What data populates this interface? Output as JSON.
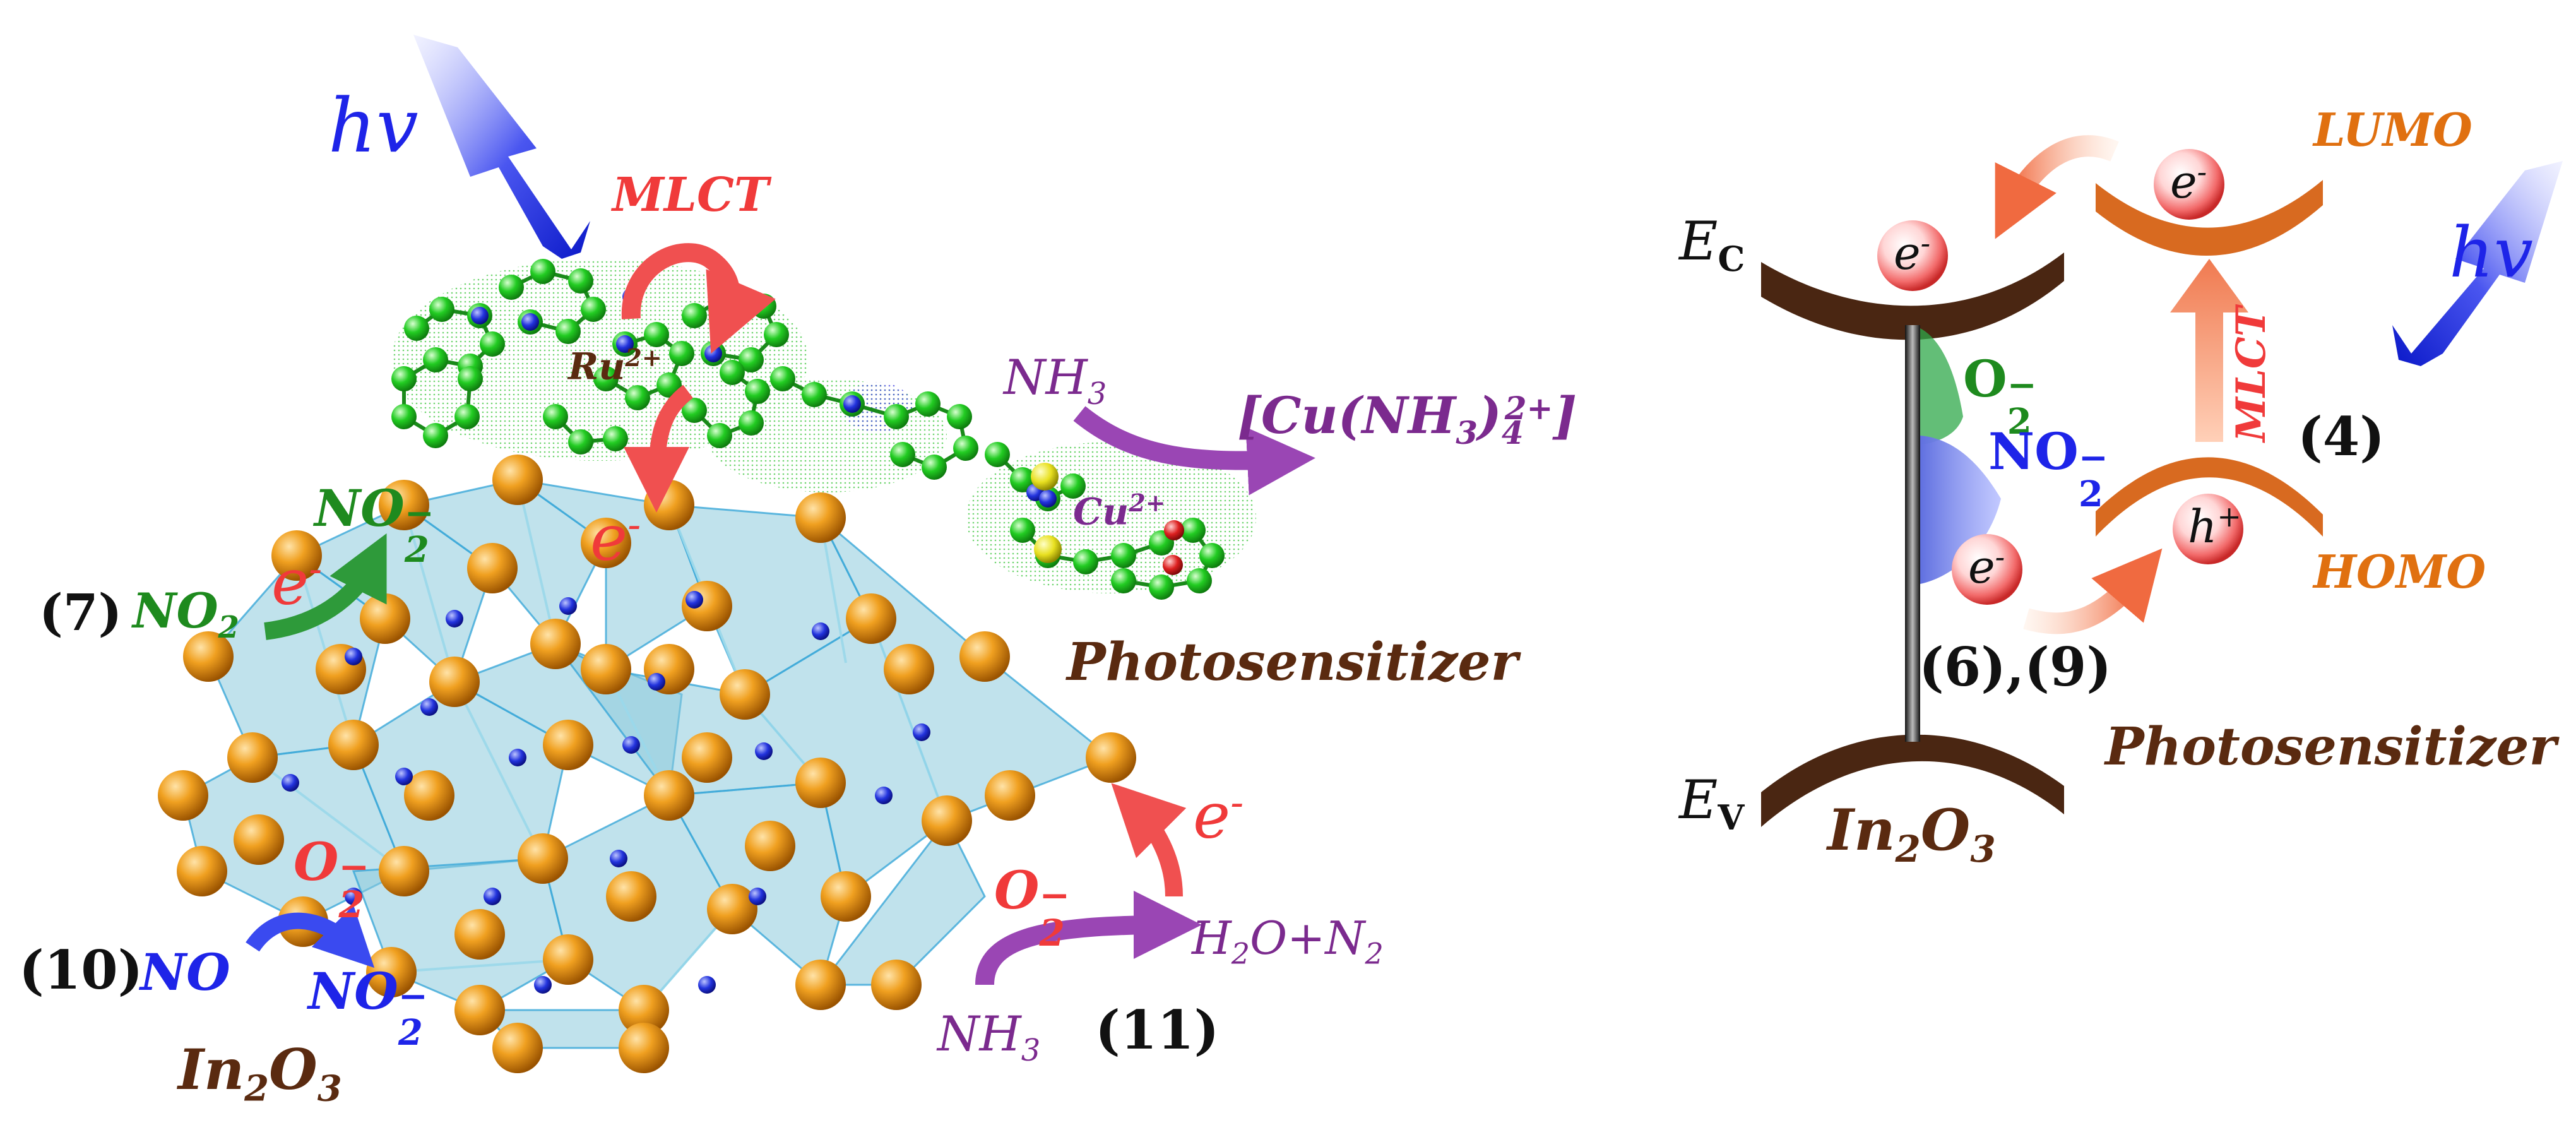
{
  "colors": {
    "blue": "#1e24e8",
    "red": "#f03a3a",
    "green": "#1e8a1e",
    "purple": "#7b2a8e",
    "brown": "#5a2a10",
    "orange": "#e07010",
    "gold": "#e08a10",
    "polyhedra": "#7fc6d8",
    "ring_atom": "#22cc22",
    "n_atom": "#1a1acc",
    "band": "#4a2612"
  },
  "left": {
    "hv": "hv",
    "mlct": "MLCT",
    "ru": {
      "base": "Ru",
      "sup": "2+"
    },
    "cu": {
      "base": "Cu",
      "sup": "2+"
    },
    "nh3_top": {
      "base": "NH",
      "sub": "3"
    },
    "complex": {
      "open": "[Cu(NH",
      "sub": "3",
      "mid": ")",
      "sub2": "4",
      "sup": "2+",
      "close": "]"
    },
    "e_top": {
      "base": "e",
      "sup": "-"
    },
    "label7": "(7)",
    "no2_7": {
      "base": "NO",
      "sub": "2"
    },
    "e_7": {
      "base": "e",
      "sup": "-"
    },
    "no2m_7": {
      "base": "NO",
      "sub": "2",
      "sup": "−"
    },
    "photosensitizer": "Photosensitizer",
    "o2_left": {
      "base": "O",
      "sub": "2",
      "sup": "−"
    },
    "label10": "(10)",
    "no_10": "NO",
    "no2m_10": {
      "base": "NO",
      "sub": "2",
      "sup": "−"
    },
    "in2o3": {
      "a": "In",
      "sub1": "2",
      "b": "O",
      "sub2": "3"
    },
    "o2_right": {
      "base": "O",
      "sub": "2",
      "sup": "−"
    },
    "e_right": {
      "base": "e",
      "sup": "-"
    },
    "products": {
      "a": "H",
      "sub1": "2",
      "b": "O+N",
      "sub2": "2"
    },
    "nh3_bottom": {
      "base": "NH",
      "sub": "3"
    },
    "label11": "(11)"
  },
  "right": {
    "lumo": "LUMO",
    "homo": "HOMO",
    "ec": {
      "base": "E",
      "sub": "C"
    },
    "ev": {
      "base": "E",
      "sub": "V"
    },
    "hv": "hv",
    "mlct": "MLCT",
    "label4": "(4)",
    "o2": {
      "base": "O",
      "sub": "2",
      "sup": "−"
    },
    "no2": {
      "base": "NO",
      "sub": "2",
      "sup": "−"
    },
    "label69": "(6),(9)",
    "photosensitizer": "Photosensitizer",
    "in2o3": {
      "a": "In",
      "sub1": "2",
      "b": "O",
      "sub2": "3"
    },
    "e_cb": {
      "base": "e",
      "sup": "-"
    },
    "e_lumo": {
      "base": "e",
      "sup": "-"
    },
    "e_gap": {
      "base": "e",
      "sup": "-"
    },
    "h_homo": {
      "base": "h",
      "sup": "+"
    }
  }
}
